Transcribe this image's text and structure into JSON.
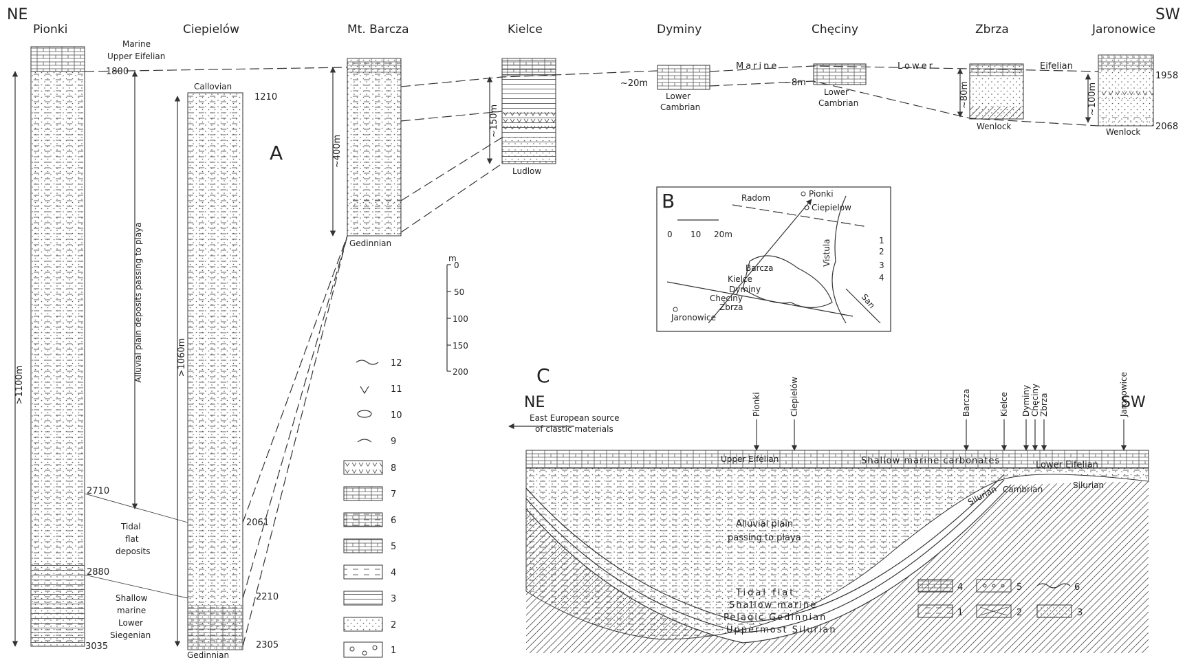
{
  "directions": {
    "ne": "NE",
    "sw": "SW"
  },
  "sections": [
    {
      "name": "Pionki"
    },
    {
      "name": "Ciepielów"
    },
    {
      "name": "Mt. Barcza"
    },
    {
      "name": "Kielce"
    },
    {
      "name": "Dyminy"
    },
    {
      "name": "Chęciny"
    },
    {
      "name": "Zbrza"
    },
    {
      "name": "Jaronowice"
    }
  ],
  "panel_labels": {
    "a": "A",
    "b": "B",
    "c": "C"
  },
  "panel_a": {
    "pionki": {
      "top_note": [
        "Marine",
        "Upper Eifelian"
      ],
      "depths": [
        "1800",
        "2710",
        "2880",
        "3035"
      ],
      "thickness": ">1100m",
      "tidal": [
        "Tidal",
        "flat",
        "deposits"
      ],
      "shallow": [
        "Shallow",
        "marine",
        "Lower",
        "Siegenian"
      ],
      "alluvial_arrow": "Alluvial plain deposits passing to playa"
    },
    "ciepielow": {
      "callovian": "Callovian",
      "depths": [
        "1210",
        "2061",
        "2210",
        "2305"
      ],
      "thickness": ">1060m",
      "gedinnian": "Gedinnian"
    },
    "barcza": {
      "thickness": "~400m",
      "gedinnian": "Gedinnian"
    },
    "kielce": {
      "thickness": "~150m",
      "ludlow": "Ludlow"
    },
    "dyminy": {
      "thickness": "~20m",
      "base": [
        "Lower",
        "Cambrian"
      ]
    },
    "checiny": {
      "thickness": "~8m",
      "base": [
        "Lower",
        "Cambrian"
      ]
    },
    "zbrza": {
      "thickness": "~80m",
      "base": "Wenlock"
    },
    "jaronowice": {
      "thickness": "~100m",
      "depths": [
        "1958",
        "2068"
      ],
      "base": "Wenlock"
    },
    "marine_lower_eifelian": [
      "Marine",
      "Lower",
      "Eifelian"
    ]
  },
  "scale": {
    "unit": "m",
    "ticks": [
      "0",
      "50",
      "100",
      "150",
      "200"
    ]
  },
  "legend_a": [
    "12",
    "11",
    "10",
    "9",
    "8",
    "7",
    "6",
    "5",
    "4",
    "3",
    "2",
    "1"
  ],
  "map_b": {
    "scale_ticks": [
      "0",
      "10",
      "20m"
    ],
    "places": [
      "Radom",
      "Pionki",
      "Ciepielów",
      "Barcza",
      "Kielce",
      "Dyminy",
      "Chęciny",
      "Zbrza",
      "Jaronowice"
    ],
    "rivers": [
      "Vistula",
      "San"
    ],
    "legend": [
      "1",
      "2",
      "3",
      "4"
    ]
  },
  "panel_c": {
    "source_note": [
      "East European source",
      "of clastic materials"
    ],
    "localities": [
      "Pionki",
      "Ciepielów",
      "Barcza",
      "Kielce",
      "Dyminy",
      "Chęciny",
      "Zbrza",
      "Jaronowice"
    ],
    "units": {
      "upper_eifelian": "Upper Eifelian",
      "shallow_carbonates": "Shallow marine carbonates",
      "lower_eifelian": "Lower Eifelian",
      "silurian_left": "Silurian",
      "cambrian": "Cambrian",
      "silurian_right": "Silurian",
      "alluvial": [
        "Alluvial plain",
        "passing to playa"
      ],
      "tidal": "Tidal flat",
      "shallow_marine": "Shallow marine",
      "pelagic": "Pelagic Gedinnian",
      "uppermost": "Uppermost Silurian"
    },
    "legend": [
      "4",
      "5",
      "6",
      "1",
      "2",
      "3"
    ]
  }
}
